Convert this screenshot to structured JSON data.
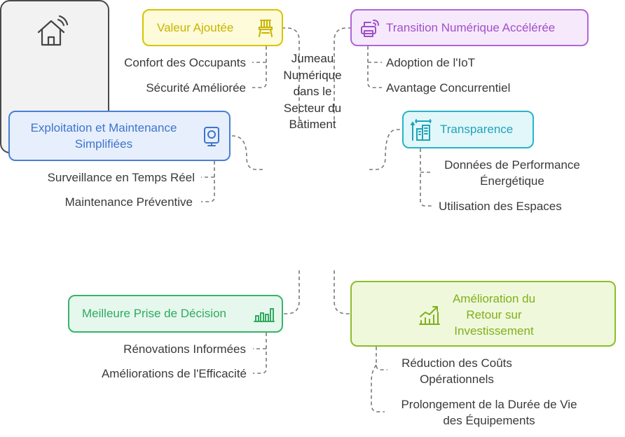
{
  "center": {
    "lines": [
      "Jumeau",
      "Numérique",
      "dans le",
      "Secteur du",
      "Bâtiment"
    ],
    "icon": "smart-home-icon"
  },
  "branches": [
    {
      "title": "Valeur Ajoutée",
      "icon": "chair-icon",
      "color": "#d9c400",
      "fill": "#fdfbd9",
      "items": [
        "Confort des Occupants",
        "Sécurité Améliorée"
      ]
    },
    {
      "title": "Transition Numérique Accélérée",
      "icon": "wireless-printer-icon",
      "color": "#b166d6",
      "fill": "#f6e9fc",
      "items": [
        "Adoption de l'IoT",
        "Avantage Concurrentiel"
      ]
    },
    {
      "title_lines": [
        "Exploitation et Maintenance",
        "Simplifiées"
      ],
      "icon": "security-camera-icon",
      "color": "#4a7fd4",
      "fill": "#e7effc",
      "items": [
        "Surveillance en Temps Réel",
        "Maintenance Préventive"
      ]
    },
    {
      "title": "Transparence",
      "icon": "building-measure-icon",
      "color": "#28b4c8",
      "fill": "#e2f7fa",
      "items": [
        [
          "Données de Performance",
          "Énergétique"
        ],
        "Utilisation des Espaces"
      ]
    },
    {
      "title": "Meilleure Prise de Décision",
      "icon": "bar-chart-icon",
      "color": "#37b46b",
      "fill": "#e6f8ed",
      "items": [
        "Rénovations Informées",
        "Améliorations de l'Efficacité"
      ]
    },
    {
      "title_lines": [
        "Amélioration du",
        "Retour sur",
        "Investissement"
      ],
      "icon": "growth-chart-icon",
      "color": "#8cbd2a",
      "fill": "#f0f8dc",
      "items": [
        [
          "Réduction des Coûts",
          "Opérationnels"
        ],
        [
          "Prolongement de la Durée de Vie",
          "des Équipements"
        ]
      ]
    }
  ]
}
